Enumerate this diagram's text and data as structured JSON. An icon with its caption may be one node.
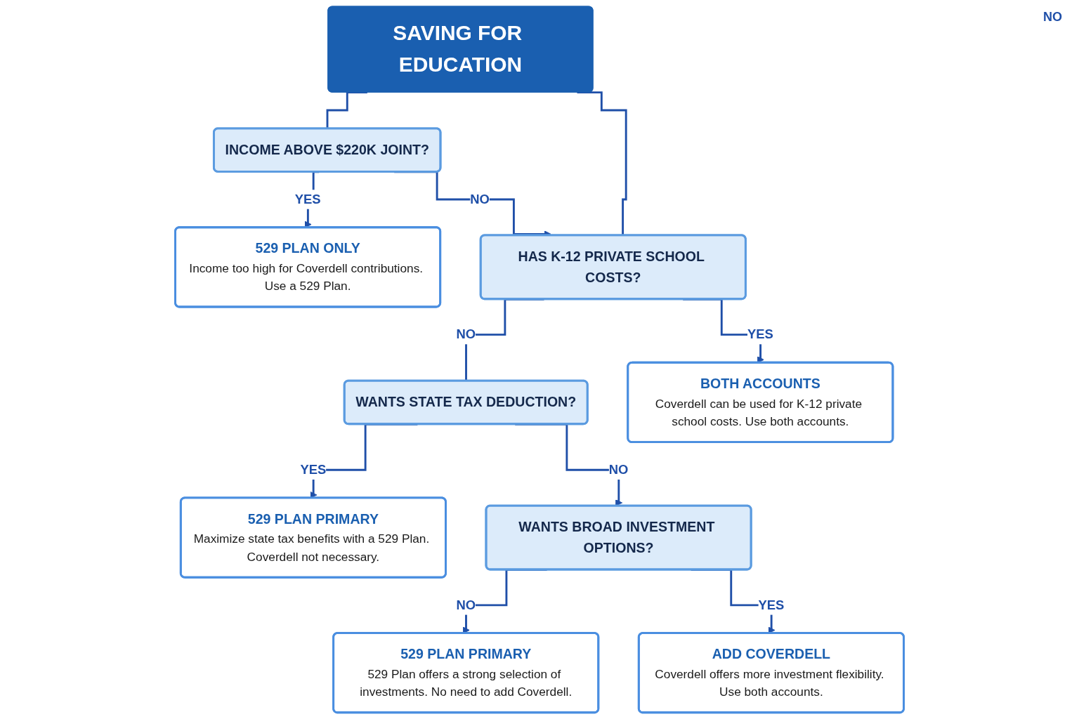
{
  "diagram": {
    "nodes": [
      {
        "text": [
          "SAVING FOR EDUCATION"
        ]
      },
      {
        "text": [
          "INCOME ABOVE $220K JOINT?"
        ]
      },
      {
        "text": [
          "HAS K-12 PRIVATE SCHOOL COSTS?"
        ]
      },
      {
        "text": [
          "529 PLAN ONLY",
          "Income too high for Coverdell contributions. Use a 529 Plan."
        ]
      },
      {
        "text": [
          "WANTS STATE TAX DEDUCTION?"
        ]
      },
      {
        "text": [
          "BOTH ACCOUNTS",
          "Coverdell can be used for K-12 private school costs. Use both accounts."
        ]
      },
      {
        "text": [
          "529 PLAN PRIMARY",
          "Maximize state tax benefits with a 529 Plan. Coverdell not necessary."
        ]
      },
      {
        "text": [
          "WANTS BROAD INVESTMENT OPTIONS?"
        ]
      },
      {
        "text": [
          "529 PLAN PRIMARY",
          "529 Plan offers a strong selection of investments. No need to add Coverdell."
        ]
      },
      {
        "text": [
          "ADD COVERDELL",
          "Coverdell offers more investment flexibility. Use both accounts."
        ]
      }
    ],
    "edges": [
      {
        "from": 0,
        "to": 1,
        "arrow": "none"
      },
      {
        "from": 0,
        "to": 2,
        "arrow": "none"
      },
      {
        "from": 1,
        "to": 2,
        "arrow": "to",
        "label": "NO"
      },
      {
        "from": 1,
        "to": 3,
        "arrow": "to",
        "label": "YES"
      },
      {
        "from": 2,
        "to": 5,
        "arrow": "to",
        "label": "YES"
      },
      {
        "from": 2,
        "to": 4,
        "arrow": "none",
        "label": "NO"
      },
      {
        "from": 4,
        "to": 6,
        "arrow": "to",
        "label": "YES"
      },
      {
        "from": 4,
        "to": 7,
        "arrow": "to",
        "label": "NO"
      },
      {
        "from": 7,
        "to": 8,
        "arrow": "to",
        "label": "NO"
      },
      {
        "from": 7,
        "to": 9,
        "arrow": "to",
        "label": "YES"
      }
    ],
    "labels": [
      "NO"
    ]
  }
}
